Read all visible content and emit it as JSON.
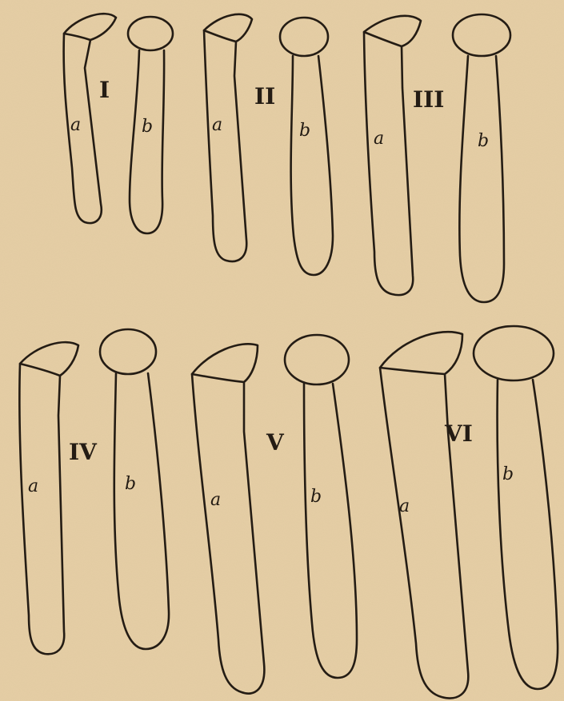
{
  "figures": [
    {
      "numeral": "I",
      "label_a": "a",
      "label_b": "b"
    },
    {
      "numeral": "II",
      "label_a": "a",
      "label_b": "b"
    },
    {
      "numeral": "III",
      "label_a": "a",
      "label_b": "b"
    },
    {
      "numeral": "IV",
      "label_a": "a",
      "label_b": "b"
    },
    {
      "numeral": "V",
      "label_a": "a",
      "label_b": "b"
    },
    {
      "numeral": "VI",
      "label_a": "a",
      "label_b": "b"
    }
  ],
  "colors": {
    "paper": "#e6cfa6",
    "ink": "#241c14"
  }
}
